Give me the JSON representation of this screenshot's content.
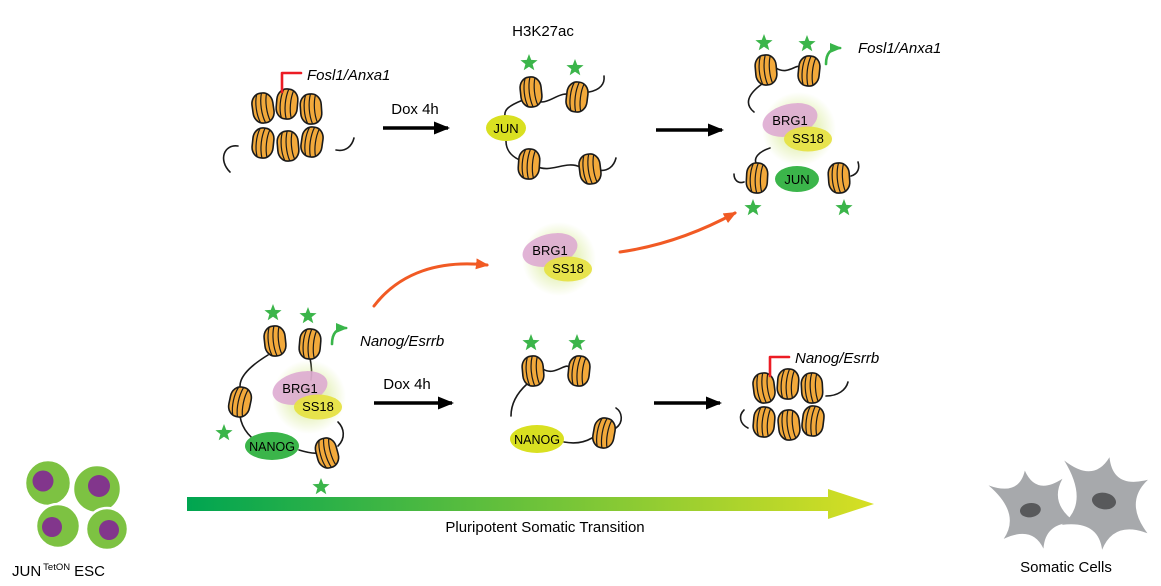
{
  "colors": {
    "nucleosome-orange": "#F2A93B",
    "dna-outline": "#1a1a1a",
    "h3k27ac-green": "#3BB54A",
    "protein-yellow": "#D9E021",
    "protein-green": "#3BB54A",
    "brg1-pink": "#DDA9D2",
    "ss18-yellow": "#E6E144",
    "complex-glow": "#D6E98F",
    "repressed-red": "#EC1C24",
    "active-green": "#39B54A",
    "relocation-orange": "#F15A24",
    "arrow-black": "#000000",
    "pst-gradient-start": "#00A551",
    "pst-gradient-end": "#D7DF23",
    "esc-green": "#7DC242",
    "esc-nucleus": "#82368C",
    "somatic-gray": "#A7A9AC",
    "somatic-nucleus": "#58595B",
    "text": "#000000"
  },
  "top_pathway": {
    "repressed_gene": "Fosl1/Anxa1",
    "dox": "Dox 4h",
    "h3k27ac": "H3K27ac",
    "jun_intermediate": "JUN",
    "active_gene": "Fosl1/Anxa1",
    "jun_bound": "JUN",
    "complex": {
      "brg1": "BRG1",
      "ss18": "SS18"
    }
  },
  "central_complex": {
    "brg1": "BRG1",
    "ss18": "SS18"
  },
  "bottom_pathway": {
    "active_gene": "Nanog/Esrrb",
    "complex": {
      "brg1": "BRG1",
      "ss18": "SS18"
    },
    "nanog_bound": "NANOG",
    "dox": "Dox 4h",
    "nanog_intermediate": "NANOG",
    "repressed_gene": "Nanog/Esrrb"
  },
  "transition": {
    "label": "Pluripotent Somatic Transition"
  },
  "cells": {
    "esc": {
      "gene": "JUN",
      "sup": "TetON",
      "type": "ESC"
    },
    "somatic": {
      "label": "Somatic Cells"
    }
  }
}
